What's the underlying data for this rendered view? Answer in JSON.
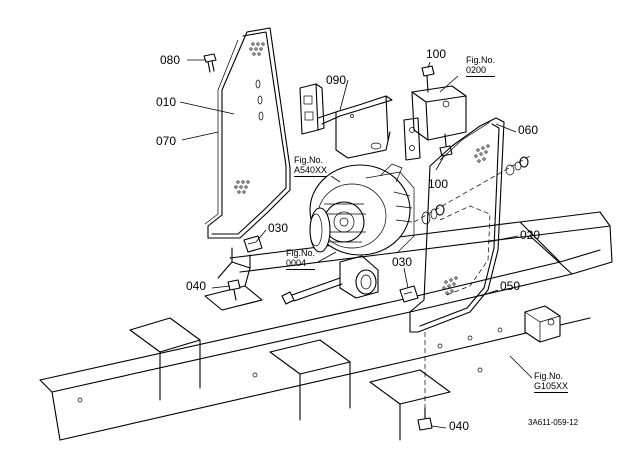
{
  "parts": {
    "p080": "080",
    "p010": "010",
    "p070": "070",
    "p090": "090",
    "p100_top": "100",
    "p100_mid": "100",
    "p060": "060",
    "p020": "020",
    "p030_left": "030",
    "p030_right": "030",
    "p040_top": "040",
    "p040_bottom": "040",
    "p050": "050"
  },
  "figures": {
    "fig0200": {
      "line1": "Fig.No.",
      "line2": "0200"
    },
    "figA540": {
      "line1": "Fig.No.",
      "line2": "A540XX"
    },
    "fig0004": {
      "line1": "Fig.No.",
      "line2": "0004"
    },
    "figG105": {
      "line1": "Fig.No.",
      "line2": "G105XX"
    }
  },
  "drawing_code": "3A611-059-12"
}
